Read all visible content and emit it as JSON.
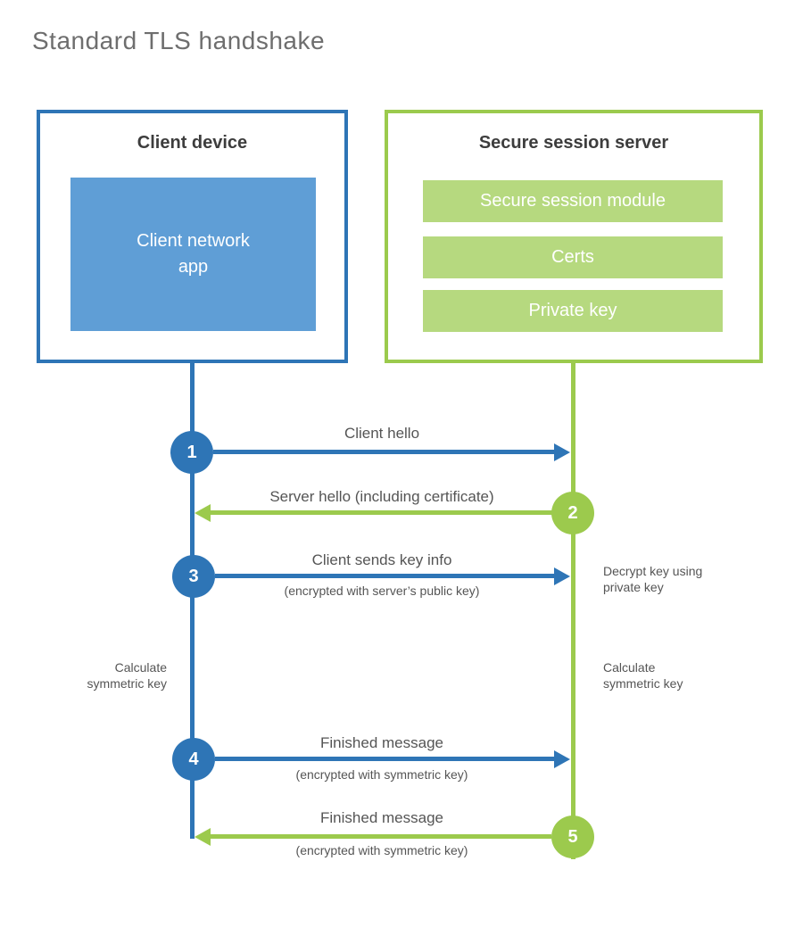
{
  "title": "Standard TLS handshake",
  "colors": {
    "blue_dark": "#2e75b6",
    "blue_fill": "#5f9ed6",
    "green_dark": "#9cca4d",
    "green_fill": "#b6d97f",
    "text_dark": "#3d3d3d",
    "text_gray": "#555555",
    "title_gray": "#6e6e6e"
  },
  "client": {
    "title": "Client device",
    "app_lines": [
      "Client network",
      "app"
    ]
  },
  "server": {
    "title": "Secure session server",
    "modules": [
      "Secure session module",
      "Certs",
      "Private key"
    ]
  },
  "messages": [
    {
      "num": "1",
      "label": "Client hello",
      "sub": "",
      "direction": "client-to-server",
      "color": "blue"
    },
    {
      "num": "2",
      "label": "Server hello (including certificate)",
      "sub": "",
      "direction": "server-to-client",
      "color": "green"
    },
    {
      "num": "3",
      "label": "Client sends key info",
      "sub": "(encrypted with server’s public key)",
      "direction": "client-to-server",
      "color": "blue"
    },
    {
      "num": "4",
      "label": "Finished message",
      "sub": "(encrypted with symmetric key)",
      "direction": "client-to-server",
      "color": "blue"
    },
    {
      "num": "5",
      "label": "Finished message",
      "sub": "(encrypted with symmetric key)",
      "direction": "server-to-client",
      "color": "green"
    }
  ],
  "annotations": {
    "decrypt_lines": [
      "Decrypt key using",
      "private key"
    ],
    "calc_left_lines": [
      "Calculate",
      "symmetric key"
    ],
    "calc_right_lines": [
      "Calculate",
      "symmetric key"
    ]
  }
}
